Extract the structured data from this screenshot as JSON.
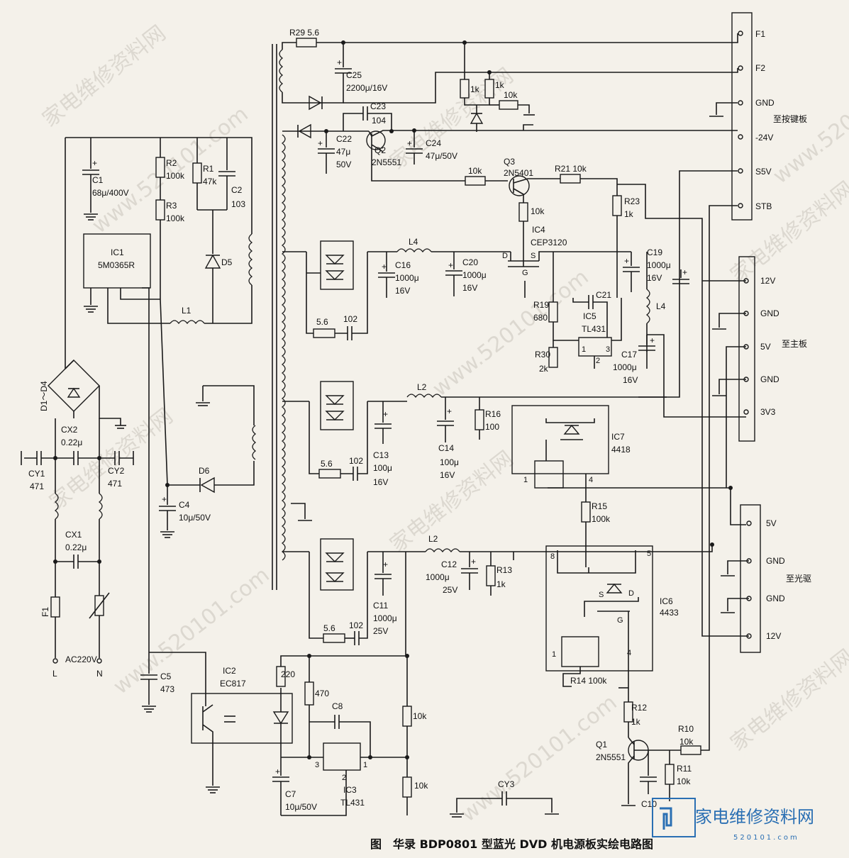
{
  "caption": "图　华录 BDP0801 型蓝光 DVD 机电源板实绘电路图",
  "watermark": {
    "cn": "家电维修资料网",
    "url": "www.520101.com",
    "logo": "家电维修资料网",
    "logo_url": "520101.com"
  },
  "connectors": {
    "keypad": {
      "title": "至按键板",
      "pins": [
        "F1",
        "F2",
        "GND",
        "-24V",
        "S5V",
        "STB"
      ]
    },
    "mainboard": {
      "title": "至主板",
      "pins": [
        "12V",
        "GND",
        "5V",
        "GND",
        "3V3"
      ]
    },
    "optical": {
      "title": "至光驱",
      "pins": [
        "5V",
        "GND",
        "GND",
        "12V"
      ]
    }
  },
  "labels": {
    "r29": "R29 5.6",
    "c25": "C25",
    "c25v": "2200μ/16V",
    "k1a": "1k",
    "k1b": "1k",
    "k10a": "10k",
    "c23": "C23",
    "c23v": "104",
    "c22": "C22",
    "c22v1": "47μ",
    "c22v2": "50V",
    "q2": "Q2",
    "q2t": "2N5551",
    "c24": "C24",
    "c24v": "47μ/50V",
    "k10b": "10k",
    "q3": "Q3",
    "q3t": "2N5401",
    "r21": "R21 10k",
    "k10c": "10k",
    "r23": "R23",
    "r23v": "1k",
    "ic4": "IC4",
    "ic4t": "CEP3120",
    "l4a": "L4",
    "c16": "C16",
    "c16v1": "1000μ",
    "c16v2": "16V",
    "c20": "C20",
    "c20v1": "1000μ",
    "c20v2": "16V",
    "c19": "C19",
    "c19v1": "1000μ",
    "c19v2": "16V",
    "r19": "R19",
    "r19v": "680",
    "c21": "C21",
    "ic5": "IC5",
    "ic5t": "TL431",
    "l4b": "L4",
    "r30": "R30",
    "r30v": "2k",
    "c17": "C17",
    "c17v1": "1000μ",
    "c17v2": "16V",
    "r56a": "5.6",
    "c102a": "102",
    "c1": "C1",
    "c1v": "68μ/400V",
    "r2": "R2",
    "r2v": "100k",
    "r3": "R3",
    "r3v": "100k",
    "r1": "R1",
    "r1v": "47k",
    "c2": "C2",
    "c2v": "103",
    "d5": "D5",
    "ic1": "IC1",
    "ic1t": "5M0365R",
    "l1": "L1",
    "d14": "D1～D4",
    "cx2": "CX2",
    "cx2v": "0.22μ",
    "cy1": "CY1",
    "cy1v": "471",
    "cy2": "CY2",
    "cy2v": "471",
    "cx1": "CX1",
    "cx1v": "0.22μ",
    "f1": "F1",
    "ac": "AC220V",
    "pl": "L",
    "pn": "N",
    "d6": "D6",
    "c4": "C4",
    "c4v": "10μ/50V",
    "l2a": "L2",
    "c13": "C13",
    "c13v1": "100μ",
    "c13v2": "16V",
    "c14": "C14",
    "c14v1": "100μ",
    "c14v2": "16V",
    "r16": "R16",
    "r16v": "100",
    "ic7": "IC7",
    "ic7t": "4418",
    "r56b": "5.6",
    "c102b": "102",
    "r15": "R15",
    "r15v": "100k",
    "l2b": "L2",
    "c12": "C12",
    "c12v1": "1000μ",
    "c12v2": "25V",
    "r13": "R13",
    "r13v": "1k",
    "c11": "C11",
    "c11v1": "1000μ",
    "c11v2": "25V",
    "r56c": "5.6",
    "c102c": "102",
    "ic6": "IC6",
    "ic6t": "4433",
    "r14": "R14 100k",
    "r12": "R12",
    "r12v": "1k",
    "q1": "Q1",
    "q1t": "2N5551",
    "r10": "R10",
    "r10v": "10k",
    "r11": "R11",
    "r11v": "10k",
    "c10": "C10",
    "c5": "C5",
    "c5v": "473",
    "ic2": "IC2",
    "ic2t": "EC817",
    "r220": "220",
    "r470": "470",
    "c8": "C8",
    "ic3": "IC3",
    "ic3t": "TL431",
    "k10d": "10k",
    "k10e": "10k",
    "c7": "C7",
    "c7v": "10μ/50V",
    "cy3": "CY3",
    "p1": "1",
    "p2": "2",
    "p3": "3",
    "p4": "4",
    "p5": "5",
    "p8": "8"
  }
}
